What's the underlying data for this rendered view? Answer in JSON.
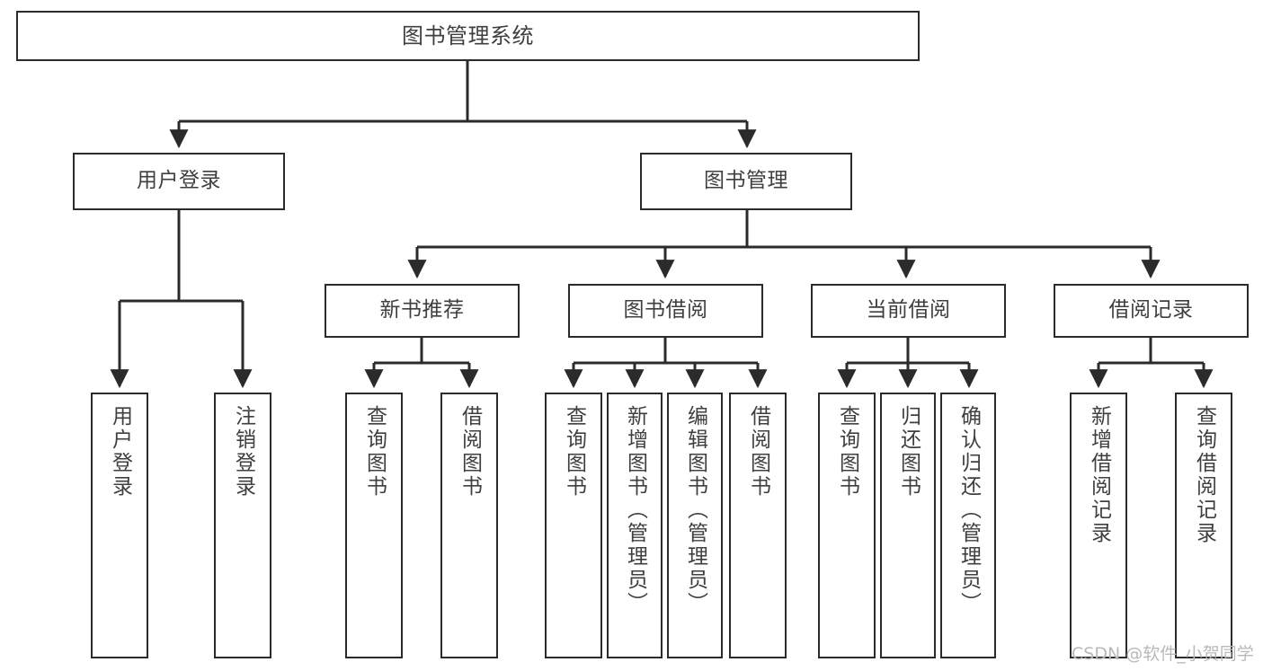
{
  "diagram": {
    "title": "图书管理系统",
    "type": "tree-hierarchy",
    "root": {
      "id": "root",
      "label": "图书管理系统"
    },
    "level2": [
      {
        "id": "user-login",
        "label": "用户登录"
      },
      {
        "id": "book-manage",
        "label": "图书管理"
      }
    ],
    "level3": [
      {
        "id": "new-book-rec",
        "label": "新书推荐"
      },
      {
        "id": "book-borrow",
        "label": "图书借阅"
      },
      {
        "id": "current-borrow",
        "label": "当前借阅"
      },
      {
        "id": "borrow-record",
        "label": "借阅记录"
      }
    ],
    "leaves": {
      "user_login": [
        {
          "id": "leaf-user-login",
          "label": "用户登录"
        },
        {
          "id": "leaf-logout",
          "label": "注销登录"
        }
      ],
      "new_book_rec": [
        {
          "id": "leaf-query-book-1",
          "label": "查询图书"
        },
        {
          "id": "leaf-borrow-book-1",
          "label": "借阅图书"
        }
      ],
      "book_borrow": [
        {
          "id": "leaf-query-book-2",
          "label": "查询图书"
        },
        {
          "id": "leaf-add-book",
          "label": "新增图书（管理员）"
        },
        {
          "id": "leaf-edit-book",
          "label": "编辑图书（管理员）"
        },
        {
          "id": "leaf-borrow-book-2",
          "label": "借阅图书"
        }
      ],
      "current_borrow": [
        {
          "id": "leaf-query-book-3",
          "label": "查询图书"
        },
        {
          "id": "leaf-return-book",
          "label": "归还图书"
        },
        {
          "id": "leaf-confirm-return",
          "label": "确认归还（管理员）"
        }
      ],
      "borrow_record": [
        {
          "id": "leaf-add-record",
          "label": "新增借阅记录"
        },
        {
          "id": "leaf-query-record",
          "label": "查询借阅记录"
        }
      ]
    }
  },
  "watermark": {
    "text": "CSDN @软件_小贺同学"
  },
  "colors": {
    "stroke": "#2b2b2b",
    "text": "#3f3f3f",
    "background": "#ffffff",
    "watermark": "#b9b9b9"
  }
}
